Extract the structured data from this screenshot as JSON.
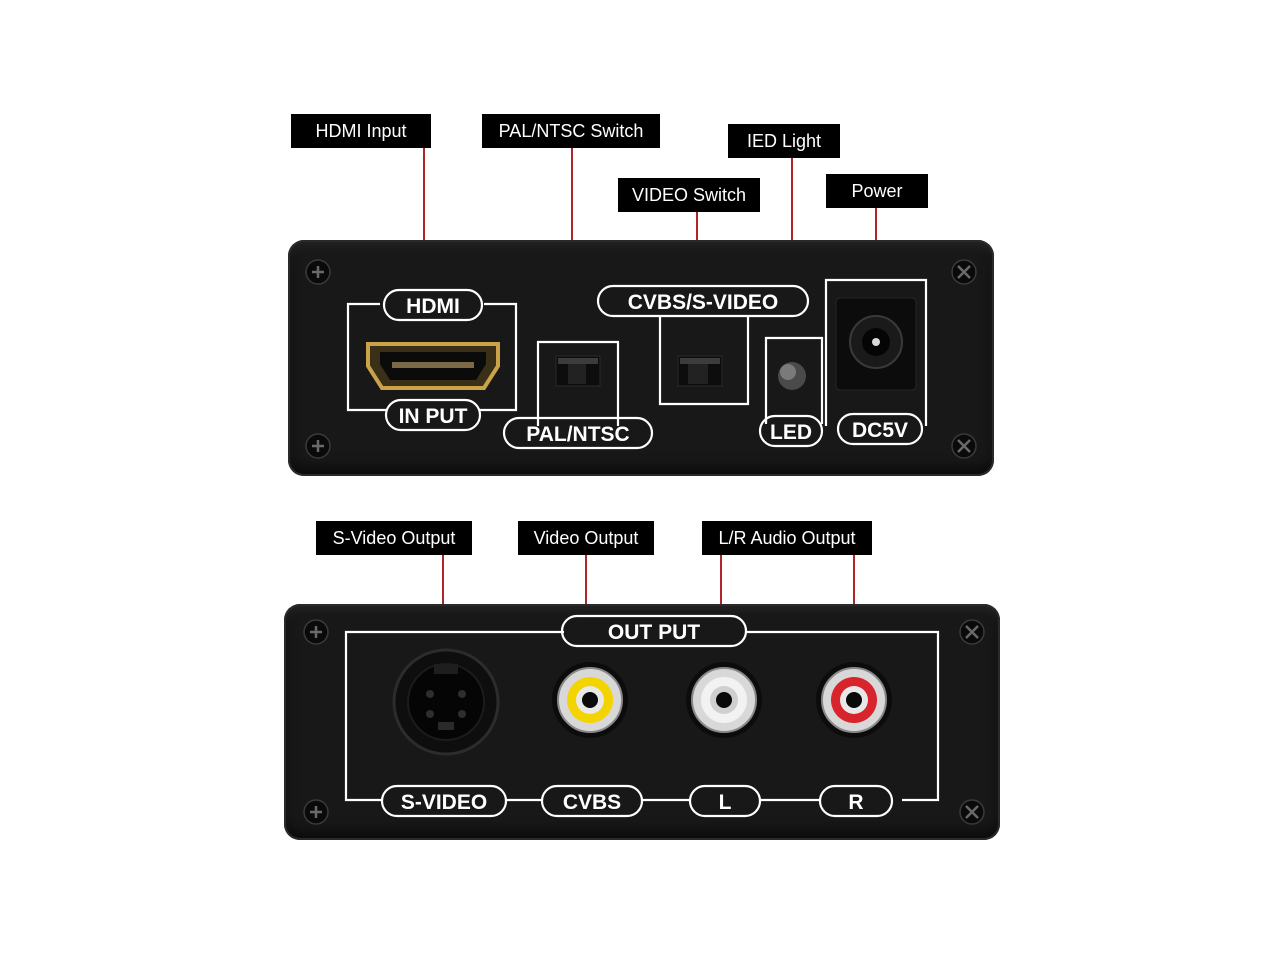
{
  "callouts": {
    "hdmi_input": "HDMI Input",
    "pal_ntsc_switch": "PAL/NTSC Switch",
    "video_switch": "VIDEO Switch",
    "led_light": "IED Light",
    "power": "Power",
    "svideo_output": "S-Video Output",
    "video_output": "Video Output",
    "lr_audio_output": "L/R Audio Output"
  },
  "top_panel": {
    "hdmi_label": "HDMI",
    "input_label": "IN PUT",
    "pal_ntsc_label": "PAL/NTSC",
    "cvbs_svideo_label": "CVBS/S-VIDEO",
    "led_label": "LED",
    "dc_label": "DC5V"
  },
  "bottom_panel": {
    "output_label": "OUT PUT",
    "svideo_label": "S-VIDEO",
    "cvbs_label": "CVBS",
    "l_label": "L",
    "r_label": "R"
  },
  "colors": {
    "leader_line": "#b0252a",
    "panel_body": "#181818",
    "silkscreen": "#ffffff",
    "hdmi_port": "#c9a24a",
    "rca_yellow": "#f4d400",
    "rca_white": "#f2f2f2",
    "rca_red": "#d8242c"
  }
}
